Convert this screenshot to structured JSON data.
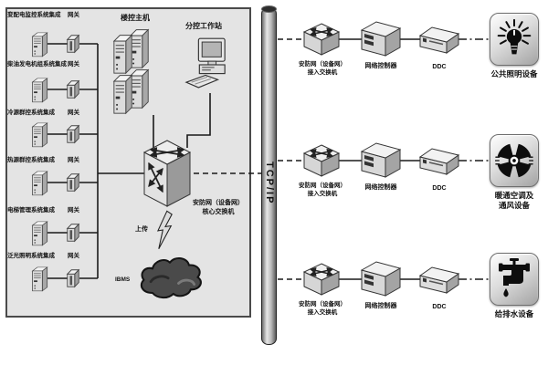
{
  "left_panel": {
    "rows": [
      {
        "name": "变配电监控系统集成",
        "gateway": "网关"
      },
      {
        "name": "柴油发电机组系统集成",
        "gateway": "网关"
      },
      {
        "name": "冷源群控系统集成",
        "gateway": "网关"
      },
      {
        "name": "热源群控系统集成",
        "gateway": "网关"
      },
      {
        "name": "电梯管理系统集成",
        "gateway": "网关"
      },
      {
        "name": "泛光照明系统集成",
        "gateway": "网关"
      }
    ],
    "host": "楼控主机",
    "workstation": "分控工作站",
    "core_switch": {
      "line1": "安防网（设备网）",
      "line2": "核心交换机"
    },
    "upload": "上传",
    "cloud": "IBMS"
  },
  "backbone": {
    "label": "TCP/IP"
  },
  "branches": [
    {
      "switch_line1": "安防网（设备网）",
      "switch_line2": "接入交换机",
      "controller": "网络控制器",
      "ddc": "DDC",
      "device_line1": "公共照明设备",
      "device_line2": "",
      "device_icon": "light-bulb-icon"
    },
    {
      "switch_line1": "安防网（设备网）",
      "switch_line2": "接入交换机",
      "controller": "网络控制器",
      "ddc": "DDC",
      "device_line1": "暖通空调及",
      "device_line2": "通风设备",
      "device_icon": "fan-icon"
    },
    {
      "switch_line1": "安防网（设备网）",
      "switch_line2": "接入交换机",
      "controller": "网络控制器",
      "ddc": "DDC",
      "device_line1": "给排水设备",
      "device_line2": "",
      "device_icon": "faucet-icon"
    }
  ],
  "icons": {
    "server": "server-tower-3d",
    "gateway": "gateway-box-3d",
    "core_switch": "cube-crossed-arrows",
    "access_switch": "cube-crossed-arrows",
    "controller": "controller-box-3d",
    "ddc": "ddc-box-3d",
    "workstation": "desktop-computer",
    "cloud": "dark-cloud",
    "upload": "lightning-bolt",
    "light-bulb-icon": "black bulb with rays",
    "fan-icon": "black 4-blade fan",
    "faucet-icon": "black faucet with droplet"
  },
  "colors": {
    "panel_bg": "#e4e4e4",
    "line": "#1a1a1a",
    "box_front": "#dcdcdc",
    "box_top": "#f4f4f4",
    "box_side": "#a8a8a8",
    "cloud": "#4a4a4a",
    "tile_gradient_end": "#a3a3a3",
    "glyph": "#0d0d0d"
  }
}
